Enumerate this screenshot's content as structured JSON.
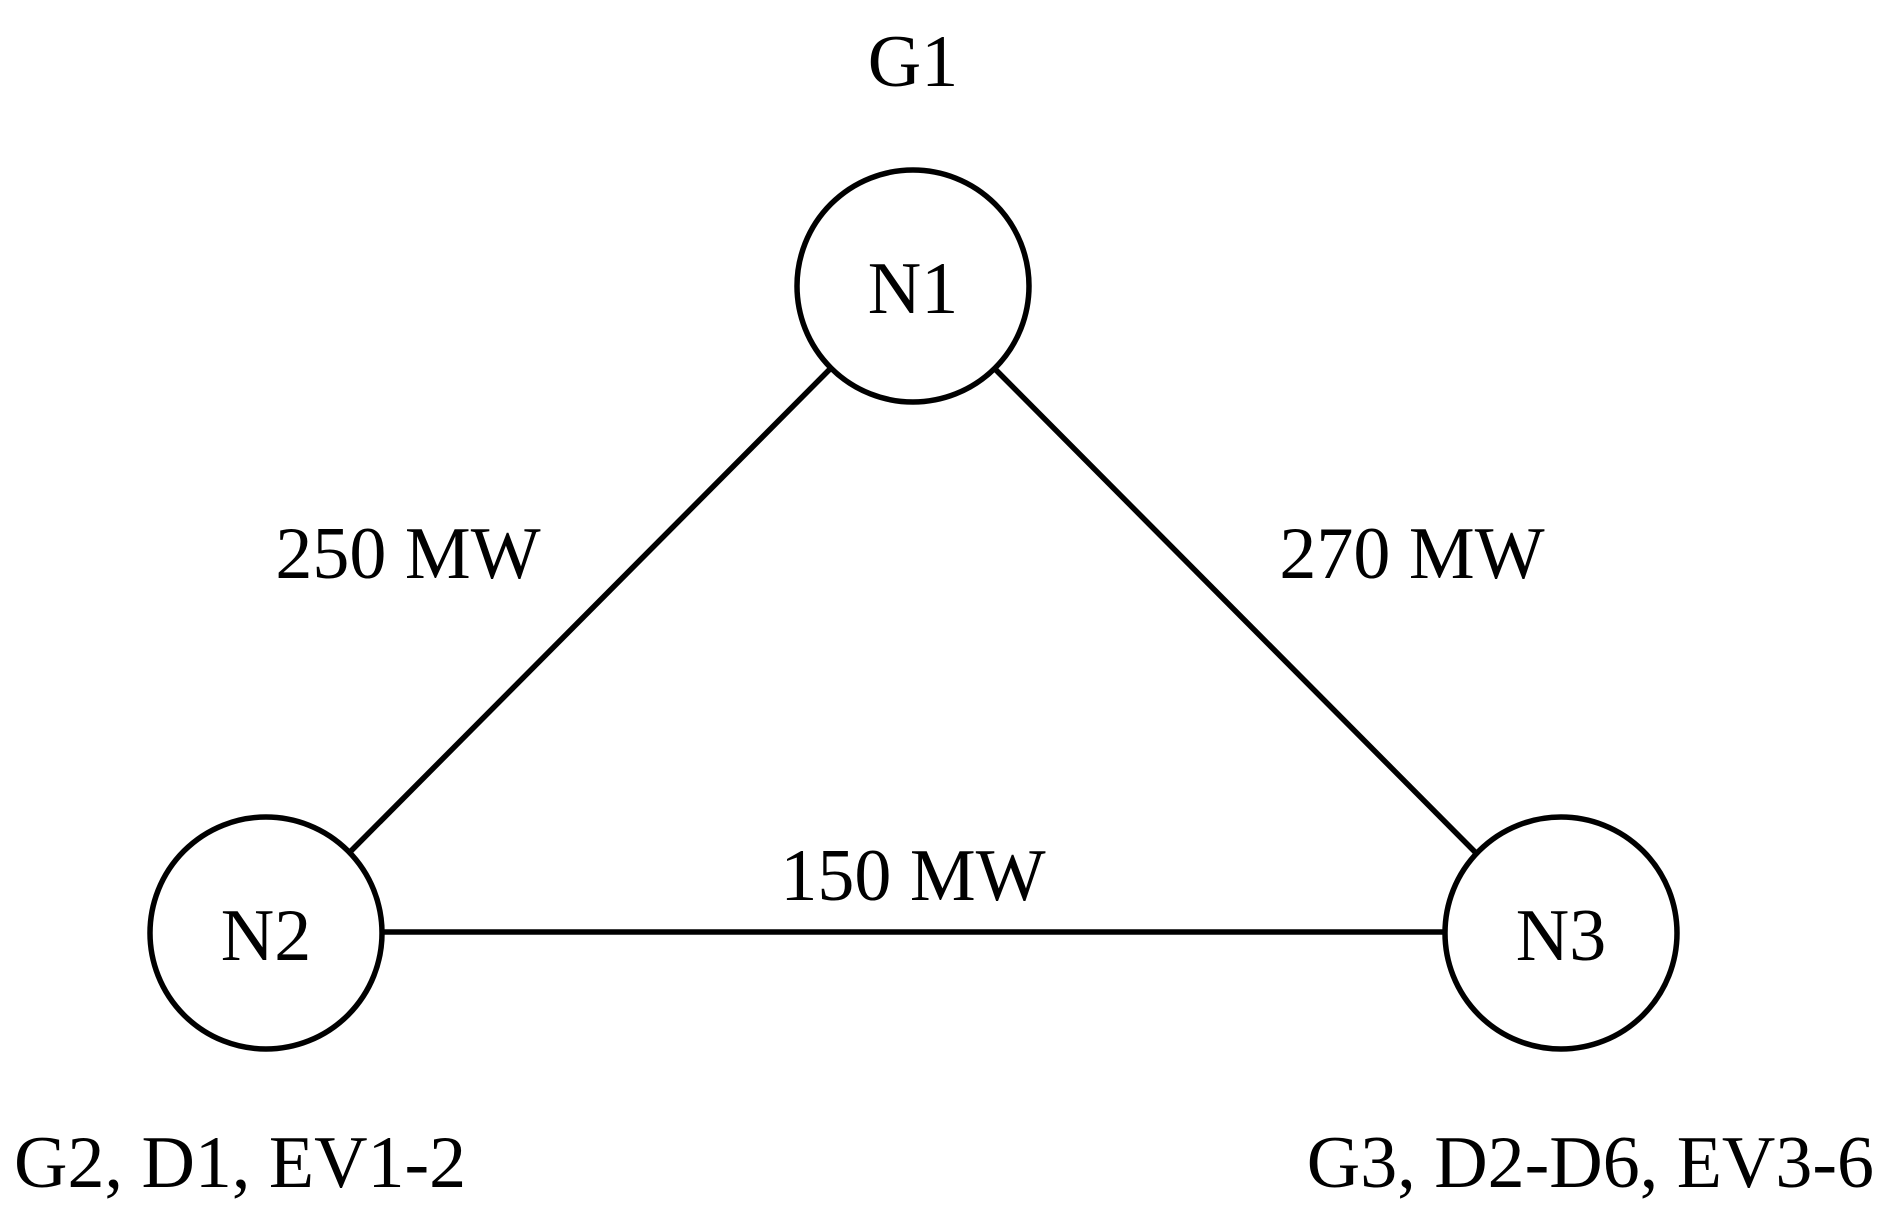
{
  "nodes": {
    "n1": {
      "label": "N1",
      "annotation": "G1"
    },
    "n2": {
      "label": "N2",
      "annotation": "G2, D1, EV1-2"
    },
    "n3": {
      "label": "N3",
      "annotation": "G3, D2-D6, EV3-6"
    }
  },
  "lines": {
    "n1_n2": {
      "capacity": "250 MW"
    },
    "n1_n3": {
      "capacity": "270 MW"
    },
    "n2_n3": {
      "capacity": "150 MW"
    }
  }
}
